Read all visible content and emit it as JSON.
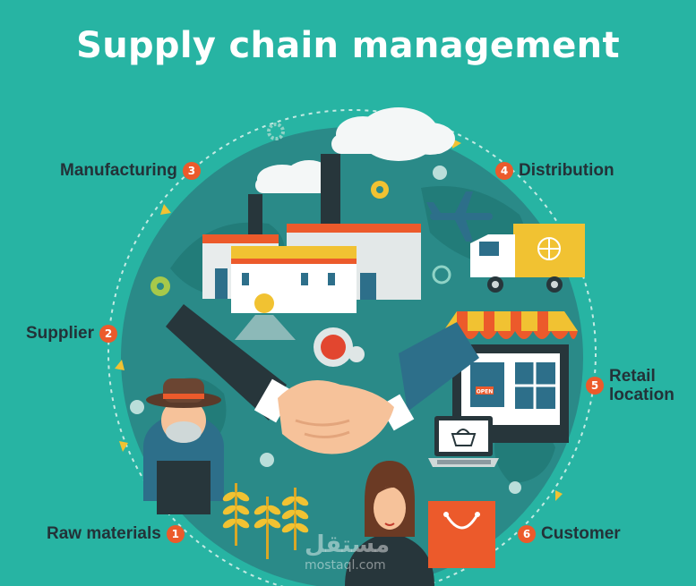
{
  "title": "Supply chain management",
  "steps": [
    {
      "num": "1",
      "label": "Raw materials"
    },
    {
      "num": "2",
      "label": "Supplier"
    },
    {
      "num": "3",
      "label": "Manufacturing"
    },
    {
      "num": "4",
      "label": "Distribution"
    },
    {
      "num": "5",
      "label_line1": "Retail",
      "label_line2": "location"
    },
    {
      "num": "6",
      "label": "Customer"
    }
  ],
  "shop_sign": "OPEN",
  "watermark": {
    "arabic": "مستقل",
    "latin": "mostaql.com"
  },
  "colors": {
    "background": "#27b4a3",
    "accent": "#ec5a2b",
    "globe": "#2a8a88",
    "label": "#233238",
    "title": "#ffffff"
  },
  "icons": [
    "factory-icon",
    "cloud-icon",
    "airplane-icon",
    "truck-icon",
    "shop-icon",
    "laptop-icon",
    "shopping-bag-icon",
    "gear-icon",
    "wheat-icon",
    "farmer-icon",
    "customer-icon",
    "handshake-icon"
  ]
}
